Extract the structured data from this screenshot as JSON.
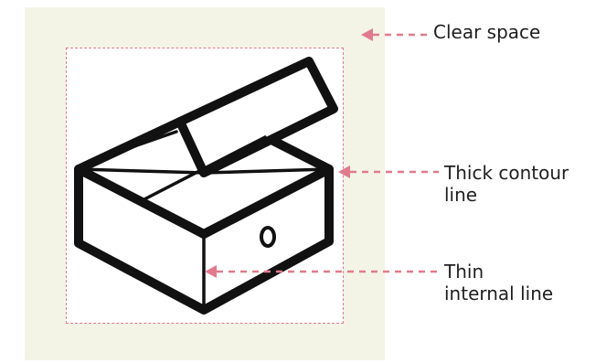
{
  "labels": {
    "clear_space": "Clear space",
    "thick_contour": [
      "Thick contour",
      "line"
    ],
    "thin_internal": [
      "Thin",
      "internal line"
    ]
  },
  "colors": {
    "clear_space_fill": "#f3f4e6",
    "guide_pink": "#e07a8c",
    "icon_stroke": "#111111",
    "text": "#1f1f1f"
  },
  "icon": {
    "name": "open-box-icon",
    "mark_letter": "O"
  }
}
